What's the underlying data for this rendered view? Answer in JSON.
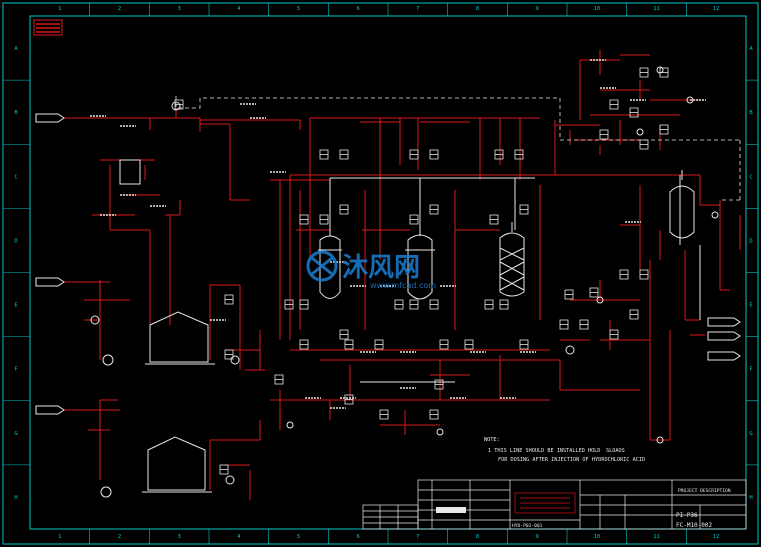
{
  "colors": {
    "background": "#000000",
    "frame": "#00c8c8",
    "process_line": "#d81818",
    "equipment": "#e8e8e8",
    "dim_line": "#8a8a8a",
    "watermark": "#1a7fd4"
  },
  "border": {
    "columns": [
      "1",
      "2",
      "3",
      "4",
      "5",
      "6",
      "7",
      "8",
      "9",
      "10",
      "11",
      "12"
    ],
    "rows": [
      "A",
      "B",
      "C",
      "D",
      "E",
      "F",
      "G",
      "H"
    ]
  },
  "notes": {
    "heading": "NOTE:",
    "line1_left": "1 THIS LINE SHOULD BE INSTALLED HOLD",
    "line1_right": "SLOAOS",
    "line2_left": "FOR DOSING AFTER INJECTION OF",
    "line2_right": "HYDROCHLORIC ACID"
  },
  "title_block": {
    "drawing_no": "PI-P36",
    "sheet_code": "FC-M10-002",
    "job_code": "HYD-P02-001",
    "project_name": "PROJECT DESCRIPTION"
  },
  "watermark": {
    "brand": "沐风网",
    "url": "www.mfcad.com"
  }
}
